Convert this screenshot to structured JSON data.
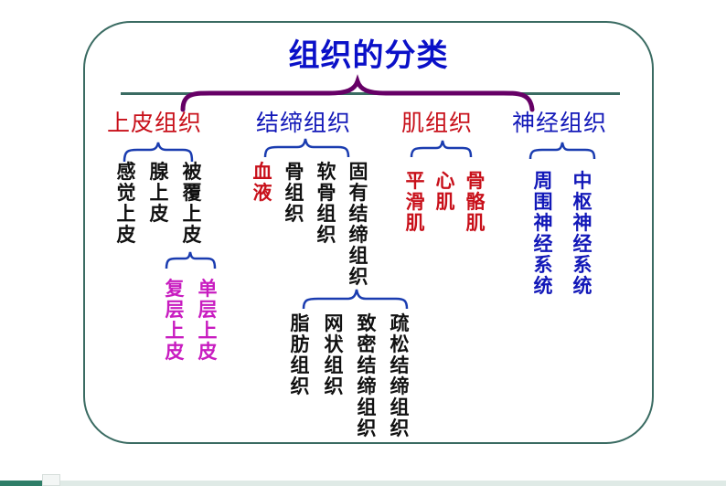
{
  "title": "组织的分类",
  "colors": {
    "title": "#0a10c8",
    "frame": "#3a6b62",
    "main_brace": "#660066",
    "sub_brace": "#1a3cb0",
    "red": "#c8101a",
    "blue": "#1218b8",
    "black": "#111111",
    "magenta": "#c81cc0"
  },
  "categories": [
    {
      "label": "上皮组织",
      "color": "red",
      "children": [
        {
          "label": "感觉上皮",
          "color": "black"
        },
        {
          "label": "腺上皮",
          "color": "black"
        },
        {
          "label": "被覆上皮",
          "color": "black",
          "children": [
            {
              "label": "复层上皮",
              "color": "magenta"
            },
            {
              "label": "单层上皮",
              "color": "magenta"
            }
          ]
        }
      ]
    },
    {
      "label": "结缔组织",
      "color": "blue",
      "children": [
        {
          "label": "血液",
          "color": "red"
        },
        {
          "label": "骨组织",
          "color": "black"
        },
        {
          "label": "软骨组织",
          "color": "black"
        },
        {
          "label": "固有结缔组织",
          "color": "black",
          "children": [
            {
              "label": "脂肪组织",
              "color": "black"
            },
            {
              "label": "网状组织",
              "color": "black"
            },
            {
              "label": "致密结缔组织",
              "color": "black"
            },
            {
              "label": "疏松结缔组织",
              "color": "black"
            }
          ]
        }
      ]
    },
    {
      "label": "肌组织",
      "color": "red",
      "children": [
        {
          "label": "平滑肌",
          "color": "red"
        },
        {
          "label": "心肌",
          "color": "red"
        },
        {
          "label": "骨骼肌",
          "color": "red"
        }
      ]
    },
    {
      "label": "神经组织",
      "color": "blue",
      "children": [
        {
          "label": "周围神经系统",
          "color": "blue"
        },
        {
          "label": "中枢神经系统",
          "color": "blue"
        }
      ]
    }
  ],
  "slider": {
    "position_percent": 6
  }
}
